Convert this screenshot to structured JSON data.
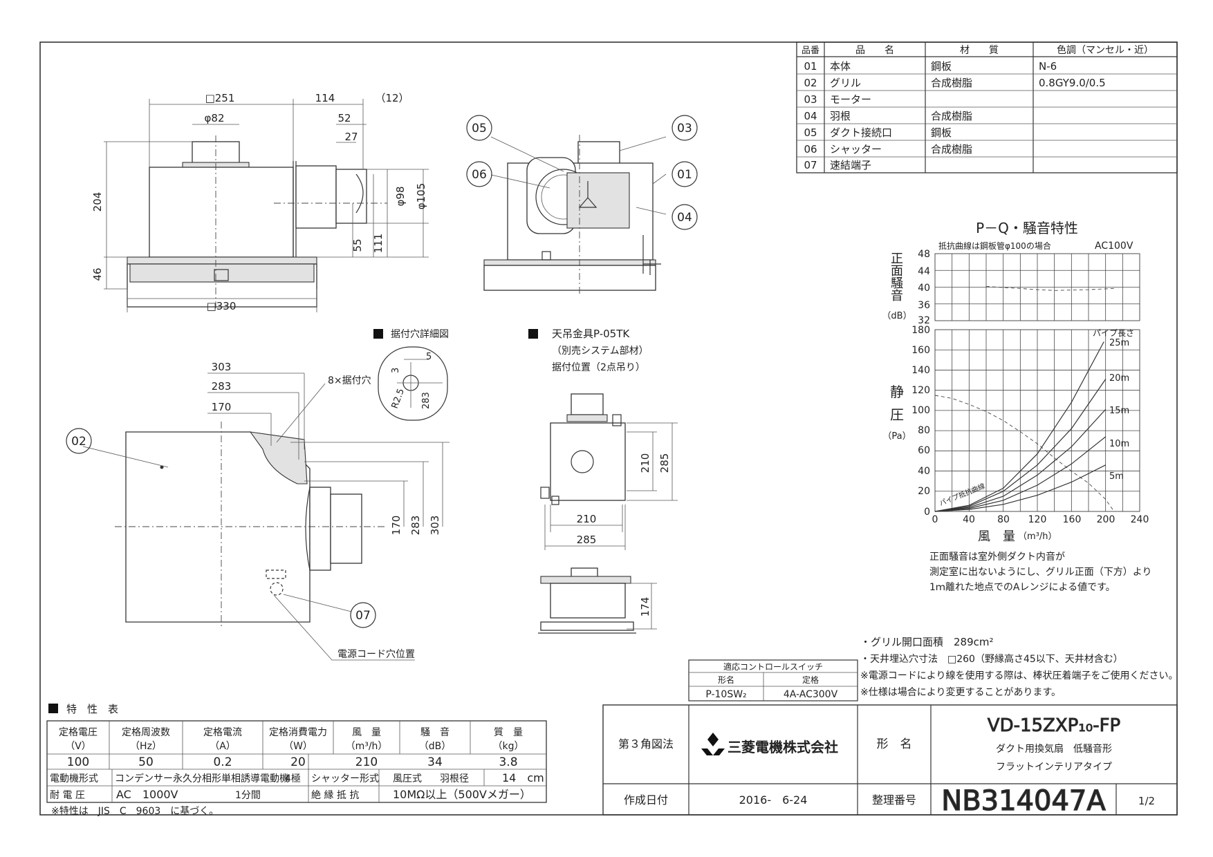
{
  "parts_table": {
    "headers": [
      "品番",
      "品　　名",
      "材　　質",
      "色調（マンセル・近）"
    ],
    "rows": [
      {
        "no": "01",
        "name": "本体",
        "material": "鋼板",
        "color": "N-6"
      },
      {
        "no": "02",
        "name": "グリル",
        "material": "合成樹脂",
        "color": "0.8GY9.0/0.5"
      },
      {
        "no": "03",
        "name": "モーター",
        "material": "",
        "color": ""
      },
      {
        "no": "04",
        "name": "羽根",
        "material": "合成樹脂",
        "color": ""
      },
      {
        "no": "05",
        "name": "ダクト接続口",
        "material": "鋼板",
        "color": ""
      },
      {
        "no": "06",
        "name": "シャッター",
        "material": "合成樹脂",
        "color": ""
      },
      {
        "no": "07",
        "name": "速結端子",
        "material": "",
        "color": ""
      }
    ]
  },
  "side_view": {
    "dims": {
      "w251": "□251",
      "d82": "φ82",
      "w114": "114",
      "w12": "（12）",
      "w52": "52",
      "w27": "27",
      "h204": "204",
      "h46": "46",
      "d98": "φ98",
      "d105": "φ105",
      "h55": "55",
      "h111": "111",
      "w330": "□330"
    }
  },
  "callouts": {
    "c01": "01",
    "c02": "02",
    "c03": "03",
    "c04": "04",
    "c05": "05",
    "c06": "06",
    "c07": "07"
  },
  "bottom_view": {
    "dims": {
      "d303": "303",
      "d283": "283",
      "d170": "170",
      "v170": "170",
      "v283": "283",
      "v303": "303"
    },
    "hole_label": "8×据付穴",
    "cord_label": "電源コード穴位置"
  },
  "detail": {
    "title": "据付穴詳細図",
    "dims": {
      "d5": "5",
      "d3": "3",
      "r25": "R2.5",
      "d283": "283"
    }
  },
  "hanger": {
    "title": "天吊金具P-05TK",
    "subtitle": "（別売システム部材）",
    "position": "据付位置（2点吊り）",
    "dims": {
      "d210v": "210",
      "d285v": "285",
      "d210h": "210",
      "d285h": "285",
      "d174": "174"
    }
  },
  "chart": {
    "title": "P－Q・騒音特性",
    "noise_note": "抵抗曲線は鋼板管φ100の場合",
    "voltage": "AC100V",
    "noise_label_chars": [
      "正",
      "面",
      "騒",
      "音"
    ],
    "noise_unit": "（dB）",
    "noise_ticks": [
      "48",
      "44",
      "40",
      "36",
      "32"
    ],
    "pressure_label_chars": [
      "静",
      "圧"
    ],
    "pressure_unit": "（Pa）",
    "pressure_ticks": [
      "180",
      "160",
      "140",
      "120",
      "100",
      "80",
      "60",
      "40",
      "20",
      "0"
    ],
    "x_ticks": [
      "0",
      "40",
      "80",
      "120",
      "160",
      "200",
      "240"
    ],
    "x_label": "風　量",
    "x_unit": "（m³/h）",
    "pipe_header": "パイプ長さ",
    "pipe_labels": [
      "25m",
      "20m",
      "15m",
      "10m",
      "5m"
    ],
    "resistance_label": "パイプ抵抗曲線",
    "note_lines": [
      "正面騒音は室外側ダクト内音が",
      "測定室に出ないようにし、グリル正面（下方）より",
      "1ｍ離れた地点でのAレンジによる値です。"
    ]
  },
  "chart_data": {
    "type": "line",
    "title": "P－Q・騒音特性",
    "xlabel": "風　量（m³/h）",
    "xlim": [
      0,
      240
    ],
    "panels": [
      {
        "name": "noise",
        "ylabel": "正面騒音（dB）",
        "ylim": [
          32,
          48
        ],
        "series": [
          {
            "x": [
              60,
              80,
              100,
              120,
              140,
              160,
              180,
              200,
              210
            ],
            "y": [
              40.2,
              39.9,
              39.7,
              39.4,
              39.2,
              39.3,
              39.4,
              39.6,
              39.7
            ]
          }
        ]
      },
      {
        "name": "static-pressure",
        "ylabel": "静圧（Pa）",
        "ylim": [
          0,
          180
        ],
        "series": [
          {
            "x": [
              0,
              20,
              40,
              60,
              80,
              100,
              120,
              140,
              160,
              180,
              200,
              210
            ],
            "y": [
              115,
              112,
              106,
              99,
              90,
              79,
              67,
              53,
              40,
              28,
              12,
              0
            ]
          },
          {
            "name": "25m",
            "x": [
              0,
              40,
              80,
              120,
              160,
              198
            ],
            "y": [
              0,
              6,
              23,
              57,
              108,
              168
            ]
          },
          {
            "name": "20m",
            "x": [
              0,
              40,
              80,
              120,
              160,
              200
            ],
            "y": [
              0,
              5,
              20,
              46,
              82,
              131
            ]
          },
          {
            "name": "15m",
            "x": [
              0,
              40,
              80,
              120,
              160,
              200
            ],
            "y": [
              0,
              4,
              15,
              36,
              64,
              101
            ]
          },
          {
            "name": "10m",
            "x": [
              0,
              40,
              80,
              120,
              160,
              200
            ],
            "y": [
              0,
              3,
              11,
              26,
              47,
              74
            ]
          },
          {
            "name": "5m",
            "x": [
              0,
              40,
              80,
              120,
              160,
              200
            ],
            "y": [
              0,
              2,
              7,
              16,
              29,
              46
            ]
          }
        ]
      }
    ]
  },
  "notes": [
    "・グリル開口面積　289cm²",
    "・天井埋込穴寸法　□260（野縁高さ45以下、天井材含む）",
    "※電源コードにより線を使用する際は、棒状圧着端子をご使用ください。",
    "※仕様は場合により変更することがあります。"
  ],
  "switch_table": {
    "title": "適応コントロールスイッチ",
    "head_model": "形名",
    "head_rating": "定格",
    "model": "P-10SW₂",
    "rating": "4A-AC300V"
  },
  "spec": {
    "title": "特　性　表",
    "headers": [
      [
        "定格電圧",
        "（V）"
      ],
      [
        "定格周波数",
        "（Hz）"
      ],
      [
        "定格電流",
        "（A）"
      ],
      [
        "定格消費電力",
        "（W）"
      ],
      [
        "風　量",
        "（m³/h）"
      ],
      [
        "騒　音",
        "（dB）"
      ],
      [
        "質　量",
        "（kg）"
      ]
    ],
    "values": [
      "100",
      "50",
      "0.2",
      "20",
      "210",
      "34",
      "3.8"
    ],
    "motor_label": "電動機形式",
    "motor_value": "コンデンサー永久分相形単相誘導電動機",
    "poles": "4極",
    "shutter_label": "シャッター形式",
    "shutter_value": "風圧式",
    "blade_label": "羽根径",
    "blade_value": "14　cm",
    "voltage_label": "耐 電 圧",
    "voltage_value": "AC　1000V",
    "voltage_time": "1分間",
    "insulation_label": "絶 縁 抵 抗",
    "insulation_value": "10MΩ以上（500Vメガー）",
    "footnote": "※特性は　JIS　C　9603　に基づく。"
  },
  "title_block": {
    "projection": "第３角図法",
    "company": "三菱電機株式会社",
    "model_label": "形　名",
    "model": "VD-15ZXP₁₀-FP",
    "desc1": "ダクト用換気扇　低騒音形",
    "desc2": "フラットインテリアタイプ",
    "date_label": "作成日付",
    "date": "2016-　6-24",
    "number_label": "整理番号",
    "number": "NB314047A",
    "page": "1/2"
  }
}
